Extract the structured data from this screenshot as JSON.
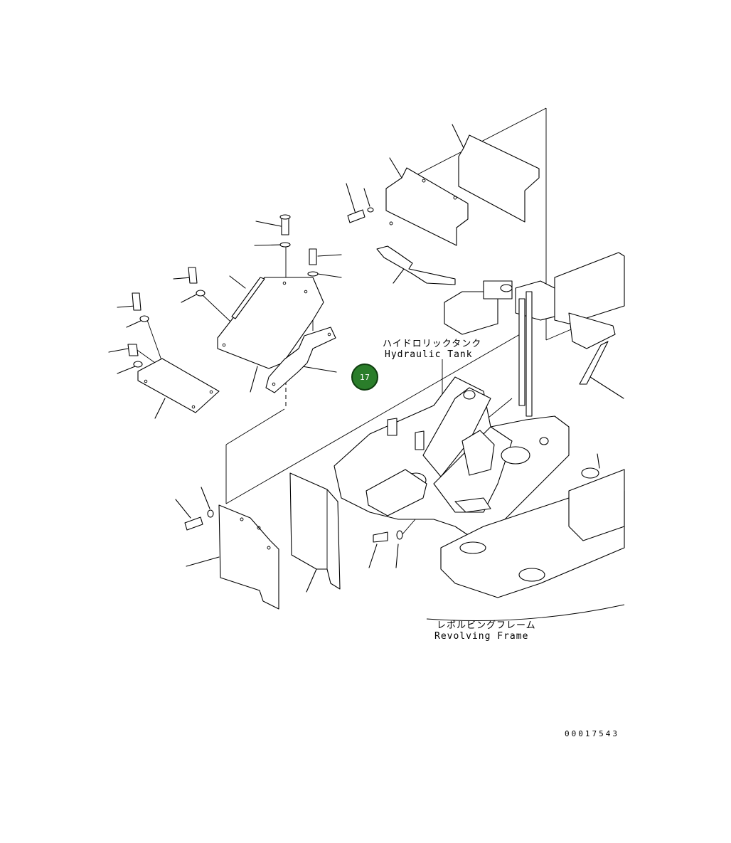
{
  "labels": {
    "hydraulic_tank_jp": "ハイドロリックタンク",
    "hydraulic_tank_en": "Hydraulic Tank",
    "revolving_frame_jp": "レボルビングフレーム",
    "revolving_frame_en": "Revolving Frame"
  },
  "callout": {
    "number": "17",
    "color": "#2a7d2a"
  },
  "document_number": "00017543"
}
